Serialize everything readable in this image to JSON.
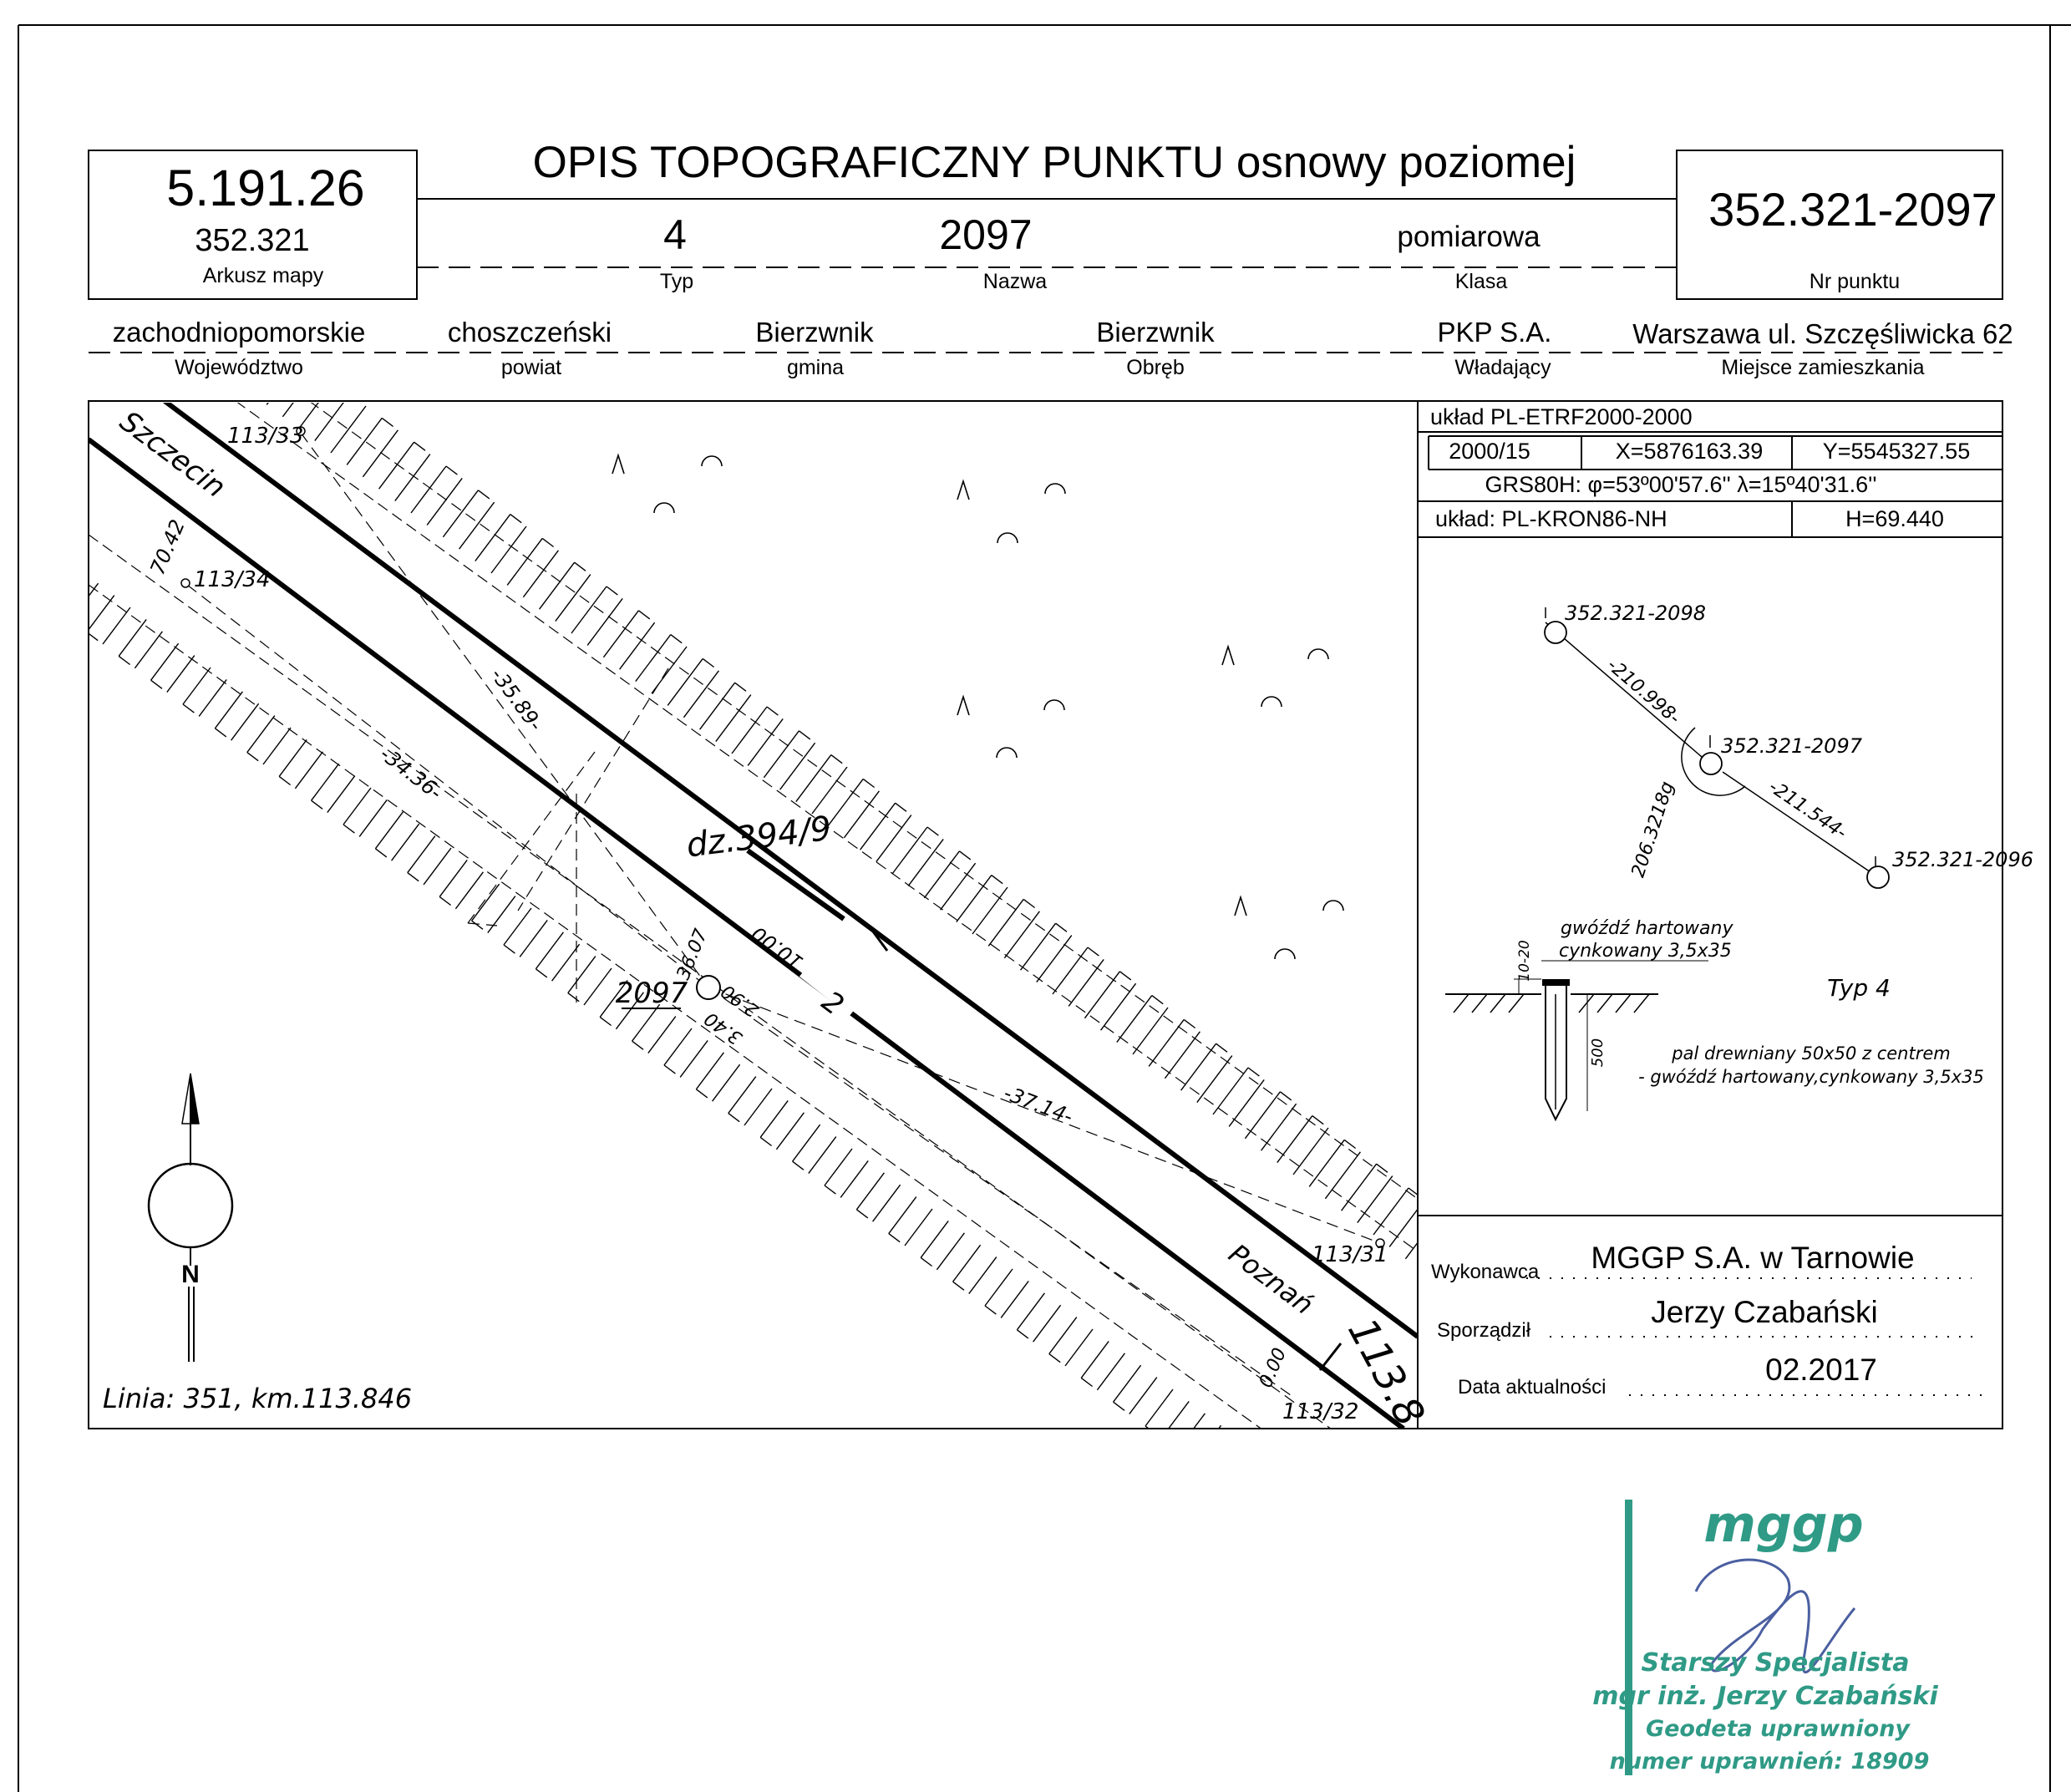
{
  "header": {
    "title": "OPIS TOPOGRAFICZNY PUNKTU osnowy poziomej",
    "sheet_number": "5.191.26",
    "map_sheet": "352.321",
    "map_sheet_label": "Arkusz mapy",
    "point_number": "352.321-2097",
    "point_number_label": "Nr punktu",
    "type": "4",
    "type_label": "Typ",
    "name": "2097",
    "name_label": "Nazwa",
    "class": "pomiarowa",
    "class_label": "Klasa"
  },
  "admin": {
    "voivodeship": "zachodniopomorskie",
    "voivodeship_label": "Województwo",
    "county": "choszczeński",
    "county_label": "powiat",
    "commune": "Bierzwnik",
    "commune_label": "gmina",
    "precinct": "Bierzwnik",
    "precinct_label": "Obręb",
    "owner": "PKP S.A.",
    "owner_label": "Władający",
    "residence": "Warszawa ul. Szczęśliwicka 62",
    "residence_label": "Miejsce zamieszkania"
  },
  "coords": {
    "system": "układ PL-ETRF2000-2000",
    "zone": "2000/15",
    "x": "X=5876163.39",
    "y": "Y=5545327.55",
    "grs": "GRS80H: φ=53º00'57.6'' λ=15º40'31.6''",
    "height_system": "układ: PL-KRON86-NH",
    "height": "H=69.440"
  },
  "scheme": {
    "p1": "352.321-2098",
    "p2": "352.321-2097",
    "p3": "352.321-2096",
    "d1": "-210.998-",
    "d2": "-211.544-",
    "angle": "206.3218g",
    "nail_1": "gwóźdź hartowany",
    "nail_2": "cynkowany 3,5x35",
    "dim_top": "10-20",
    "dim_depth": "500",
    "type_text": "Typ 4",
    "post_1": "pal drewniany 50x50 z centrem",
    "post_2": "- gwóźdź hartowany,cynkowany 3,5x35"
  },
  "footer": {
    "contractor_label": "Wykonawca",
    "contractor": "MGGP S.A.  w Tarnowie",
    "prepared_label": "Sporządził",
    "prepared": "Jerzy Czabański",
    "date_label": "Data aktualności",
    "date": "02.2017"
  },
  "sketch": {
    "szczecin": "Szczecin",
    "poznan": "Poznań",
    "p11333": "113/33",
    "p11334": "113/34",
    "p11331": "113/31",
    "p11332": "113/32",
    "parcel": "dz.394/9",
    "track1": "1",
    "track2": "2",
    "point": "2097",
    "m7042": "70.42",
    "m3589": "-35.89-",
    "m3436": "-34.36-",
    "m3714": "-37.14-",
    "m1000": "10.00",
    "m3607": "36.07",
    "m290": "2.90",
    "m340": "3.40",
    "m000": "0.00",
    "km": "113.8",
    "north": "N",
    "line_info": "Linia: 351, km.113.846"
  },
  "stamp": {
    "logo": "mggp",
    "line1": "Starszy Specjalista",
    "line2": "mgr inż. Jerzy Czabański",
    "line3": "Geodeta uprawniony",
    "line4": "numer uprawnień: 18909"
  }
}
